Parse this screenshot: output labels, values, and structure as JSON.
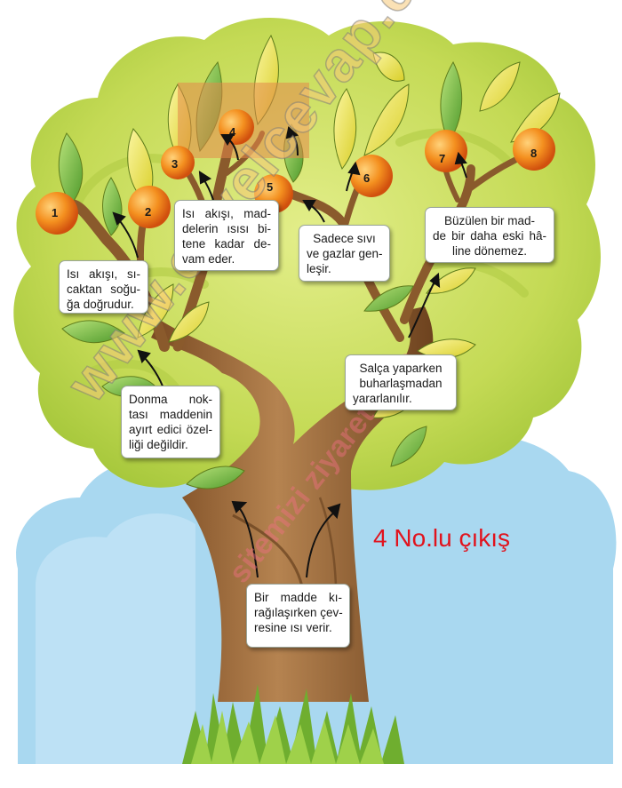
{
  "exit_title": "4 No.lu çıkış",
  "watermark": "www.evvelcevap.com",
  "watermark_small": "sitemizi ziyaret edin",
  "fruits": [
    "1",
    "2",
    "3",
    "4",
    "5",
    "6",
    "7",
    "8"
  ],
  "statements": {
    "s1": [
      "Isı akışı, sı-",
      "caktan soğu-",
      "ğa doğrudur."
    ],
    "s2": [
      "Isı akışı, mad-",
      "delerin ısısı bi-",
      "tene kadar de-",
      "vam eder."
    ],
    "s3": [
      "Sadece sıvı",
      "ve gazlar gen-",
      "leşir."
    ],
    "s4": [
      "Büzülen bir mad-",
      "de bir daha eski hâ-",
      "line dönemez."
    ],
    "s5": [
      "Salça yaparken",
      "buharlaşmadan",
      "yararlanılır."
    ],
    "s6": [
      "Donma nok-",
      "tası maddenin",
      "ayırt edici özel-",
      "liği değildir."
    ],
    "s7": [
      "Bir madde kı-",
      "rağılaşırken çev-",
      "resine ısı verir."
    ]
  },
  "colors": {
    "sky": "#9fd3ee",
    "foliage": "#c7dc5a",
    "trunk": "#9a6a3a",
    "fruit": "#f08a1c",
    "title": "#e1131d",
    "highlight": "#e4894a"
  }
}
